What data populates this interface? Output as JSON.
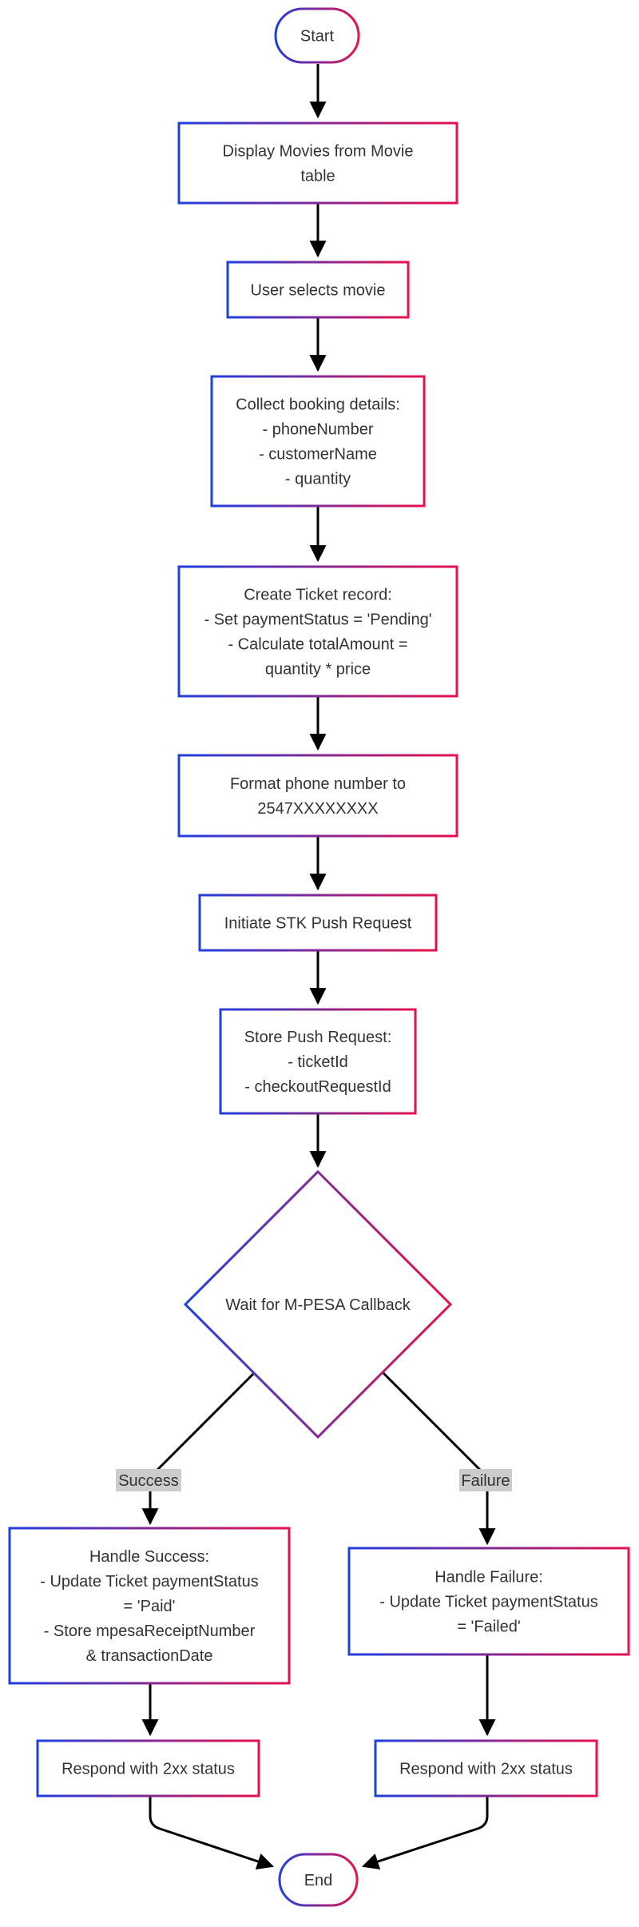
{
  "diagram": {
    "colors": {
      "border_start": "#1f3fe0",
      "border_end": "#e8114b",
      "arrow": "#000000",
      "text": "#333333",
      "edge_label_bg": "#cccccc"
    },
    "nodes": {
      "start": {
        "lines": [
          "Start"
        ]
      },
      "display_movies": {
        "lines": [
          "Display Movies from Movie",
          "table"
        ]
      },
      "user_selects": {
        "lines": [
          "User selects movie"
        ]
      },
      "collect_details": {
        "lines": [
          "Collect booking details:",
          "- phoneNumber",
          "- customerName",
          "- quantity"
        ]
      },
      "create_ticket": {
        "lines": [
          "Create Ticket record:",
          "- Set paymentStatus = 'Pending'",
          "- Calculate totalAmount =",
          "quantity * price"
        ]
      },
      "format_phone": {
        "lines": [
          "Format phone number to",
          "2547XXXXXXXX"
        ]
      },
      "initiate_stk": {
        "lines": [
          "Initiate STK Push Request"
        ]
      },
      "store_push": {
        "lines": [
          "Store Push Request:",
          "- ticketId",
          "- checkoutRequestId"
        ]
      },
      "wait_callback": {
        "lines": [
          "Wait for M-PESA Callback"
        ]
      },
      "handle_success": {
        "lines": [
          "Handle Success:",
          "- Update Ticket paymentStatus",
          "= 'Paid'",
          "- Store mpesaReceiptNumber",
          "& transactionDate"
        ]
      },
      "handle_failure": {
        "lines": [
          "Handle Failure:",
          "- Update Ticket paymentStatus",
          "= 'Failed'"
        ]
      },
      "respond_success": {
        "lines": [
          "Respond with 2xx status"
        ]
      },
      "respond_failure": {
        "lines": [
          "Respond with 2xx status"
        ]
      },
      "end": {
        "lines": [
          "End"
        ]
      }
    },
    "edge_labels": {
      "success": "Success",
      "failure": "Failure"
    }
  }
}
